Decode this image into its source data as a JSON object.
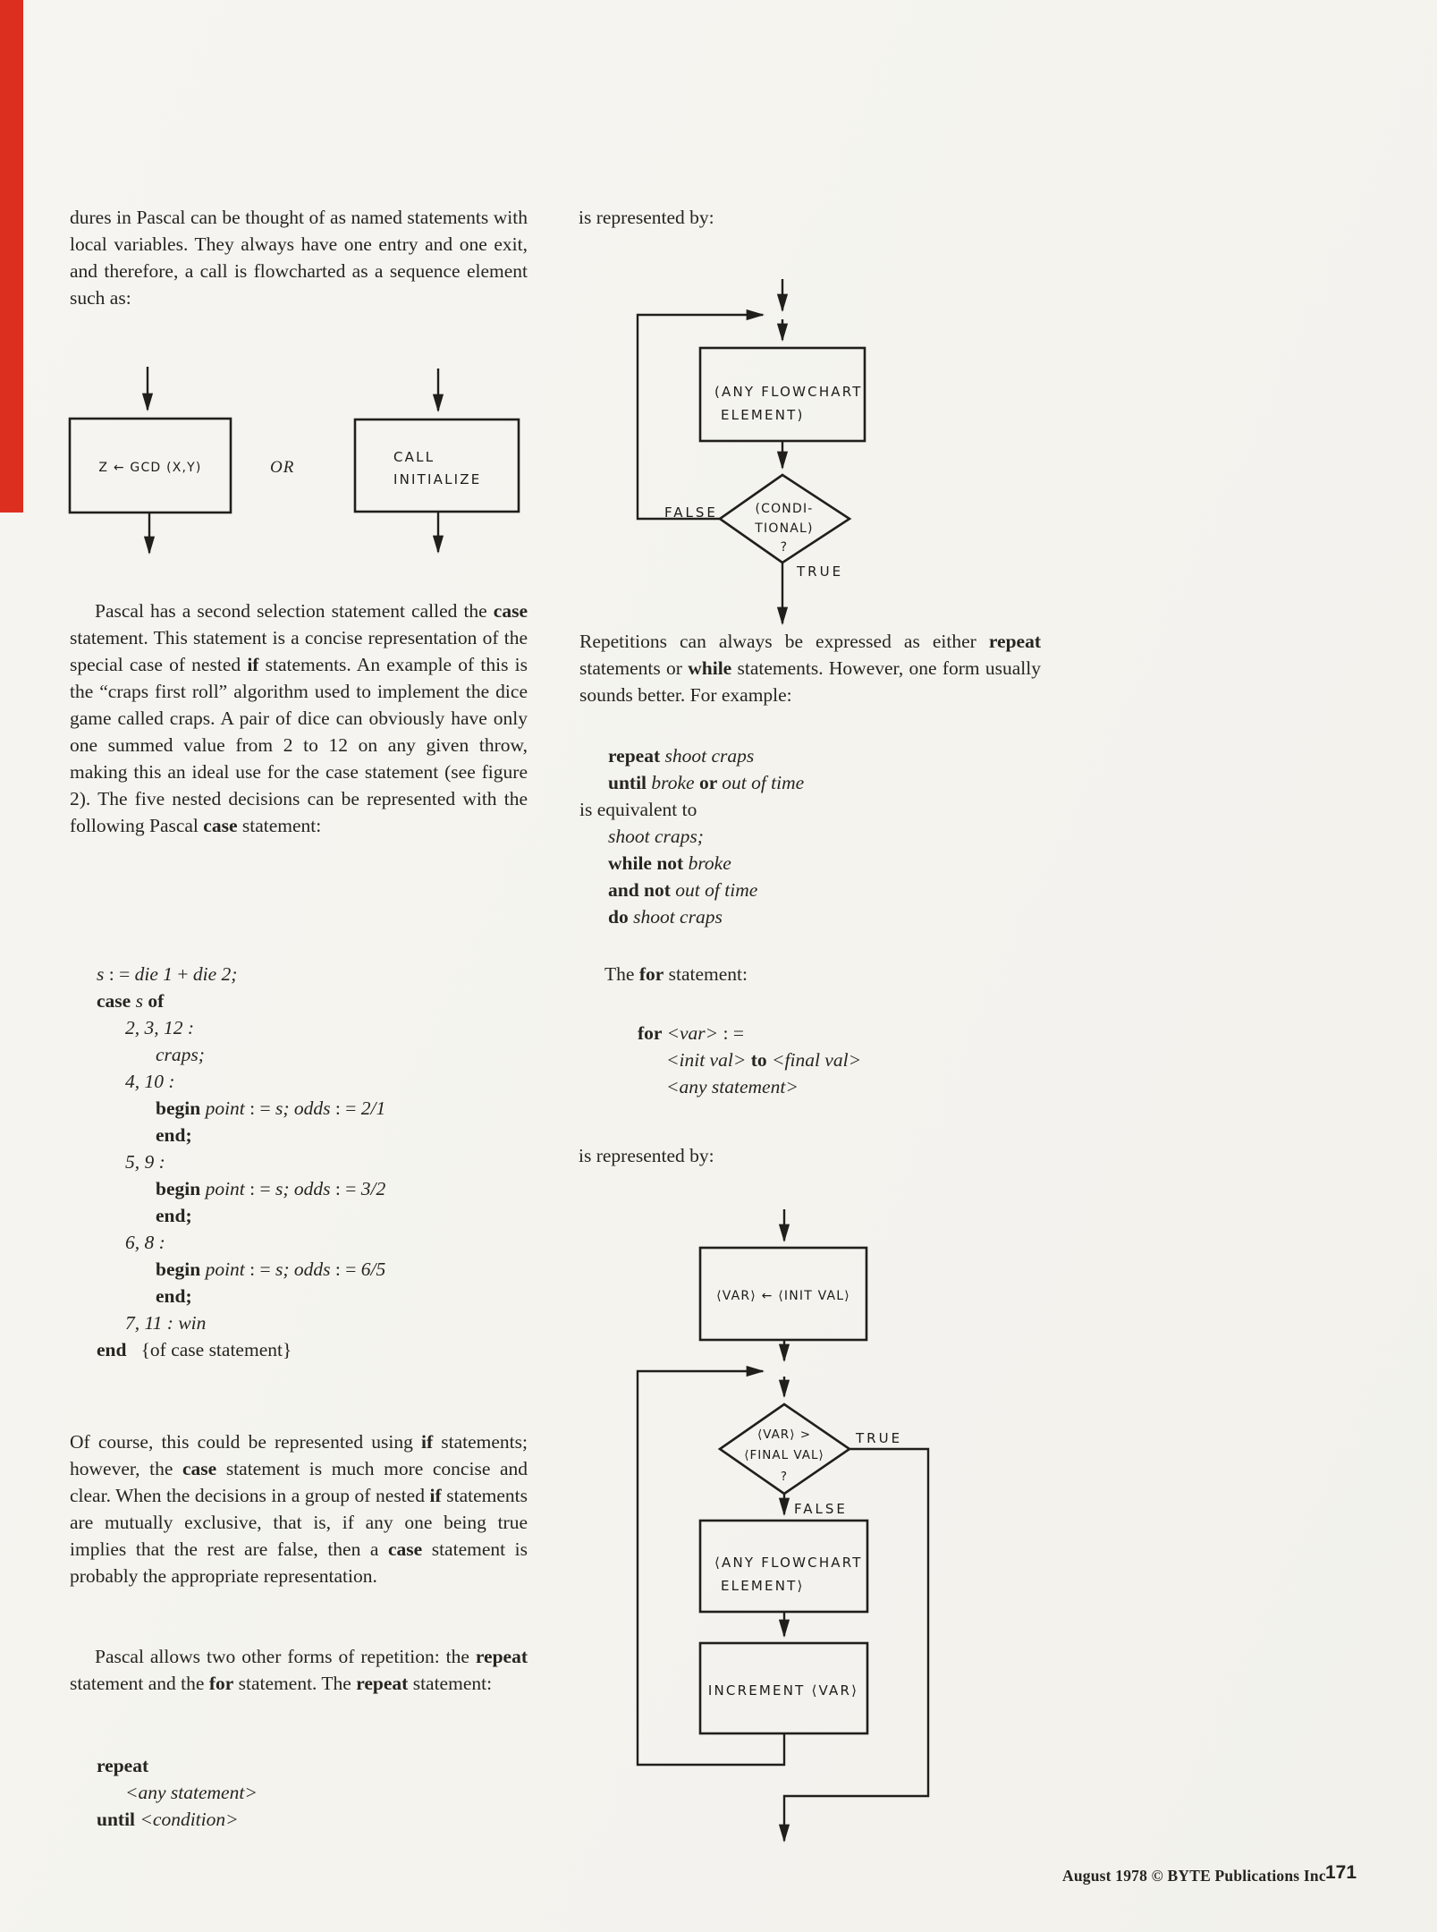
{
  "page": {
    "bg": "#f5f4f0",
    "ink": "#27251f",
    "accent_red": "#dd2f20"
  },
  "left": {
    "para1": [
      {
        "t": "dures in Pascal can be thought of as named statements with local variables. They always have one entry and one exit, and therefore, a call is flowcharted as a sequence element such as:"
      }
    ],
    "seq_chart": {
      "box1_label": "Z ← GCD (X,Y)",
      "or_label": "OR",
      "box2_line1": "CALL",
      "box2_line2": "INITIALIZE"
    },
    "para2": [
      {
        "t": "Pascal has a second selection statement called the "
      },
      {
        "t": "case",
        "b": 1
      },
      {
        "t": " statement. This statement is a concise representation of the special case of nested "
      },
      {
        "t": "if",
        "b": 1
      },
      {
        "t": " statements. An example of this is the “craps first roll” algorithm used to implement the dice game called craps. A pair of dice can obviously have only one summed value from 2 to 12 on any given throw, making this an ideal use for the case statement (see figure 2). The five nested decisions can be represented with the following Pascal "
      },
      {
        "t": "case",
        "b": 1
      },
      {
        "t": " statement:"
      }
    ],
    "case_code": [
      {
        "ind": 0,
        "runs": [
          {
            "t": "s",
            "i": 1
          },
          {
            "t": " : = "
          },
          {
            "t": "die 1",
            "i": 1
          },
          {
            "t": " + "
          },
          {
            "t": "die 2;",
            "i": 1
          }
        ]
      },
      {
        "ind": 0,
        "runs": [
          {
            "t": "case ",
            "b": 1
          },
          {
            "t": "s",
            "i": 1
          },
          {
            "t": " of",
            "b": 1
          }
        ]
      },
      {
        "ind": 1,
        "runs": [
          {
            "t": "2, 3, 12 :",
            "i": 1
          }
        ]
      },
      {
        "ind": 2,
        "runs": [
          {
            "t": "craps;",
            "i": 1
          }
        ]
      },
      {
        "ind": 1,
        "runs": [
          {
            "t": "4, 10 :",
            "i": 1
          }
        ]
      },
      {
        "ind": 2,
        "runs": [
          {
            "t": "begin ",
            "b": 1
          },
          {
            "t": "point",
            "i": 1
          },
          {
            "t": " : = "
          },
          {
            "t": "s;",
            "i": 1
          },
          {
            "t": " "
          },
          {
            "t": "odds",
            "i": 1
          },
          {
            "t": " : = "
          },
          {
            "t": "2/1",
            "i": 1
          }
        ]
      },
      {
        "ind": 2,
        "runs": [
          {
            "t": "end;",
            "b": 1
          }
        ]
      },
      {
        "ind": 1,
        "runs": [
          {
            "t": "5, 9 :",
            "i": 1
          }
        ]
      },
      {
        "ind": 2,
        "runs": [
          {
            "t": "begin ",
            "b": 1
          },
          {
            "t": "point",
            "i": 1
          },
          {
            "t": " : = "
          },
          {
            "t": "s;",
            "i": 1
          },
          {
            "t": " "
          },
          {
            "t": "odds",
            "i": 1
          },
          {
            "t": " : = "
          },
          {
            "t": "3/2",
            "i": 1
          }
        ]
      },
      {
        "ind": 2,
        "runs": [
          {
            "t": "end;",
            "b": 1
          }
        ]
      },
      {
        "ind": 1,
        "runs": [
          {
            "t": "6, 8 :",
            "i": 1
          }
        ]
      },
      {
        "ind": 2,
        "runs": [
          {
            "t": "begin ",
            "b": 1
          },
          {
            "t": "point",
            "i": 1
          },
          {
            "t": " : = "
          },
          {
            "t": "s;",
            "i": 1
          },
          {
            "t": " "
          },
          {
            "t": "odds",
            "i": 1
          },
          {
            "t": " : = "
          },
          {
            "t": "6/5",
            "i": 1
          }
        ]
      },
      {
        "ind": 2,
        "runs": [
          {
            "t": "end;",
            "b": 1
          }
        ]
      },
      {
        "ind": 1,
        "runs": [
          {
            "t": "7, 11 : win",
            "i": 1
          }
        ]
      },
      {
        "ind": 0,
        "runs": [
          {
            "t": "end",
            "b": 1
          },
          {
            "t": "   {of case statement}"
          }
        ]
      }
    ],
    "para3": [
      {
        "t": "Of course, this could be represented using "
      },
      {
        "t": "if",
        "b": 1
      },
      {
        "t": " statements; however, the "
      },
      {
        "t": "case",
        "b": 1
      },
      {
        "t": " statement is much more concise and clear. When the decisions in a group of nested "
      },
      {
        "t": "if",
        "b": 1
      },
      {
        "t": " statements are mutually exclusive, that is, if any one being true implies that the rest are false, then a "
      },
      {
        "t": "case",
        "b": 1
      },
      {
        "t": " statement is probably the appropriate representation."
      }
    ],
    "para4": [
      {
        "t": "Pascal allows two other forms of repetition: the "
      },
      {
        "t": "repeat",
        "b": 1
      },
      {
        "t": " statement and the "
      },
      {
        "t": "for",
        "b": 1
      },
      {
        "t": " statement. The "
      },
      {
        "t": "repeat",
        "b": 1
      },
      {
        "t": " statement:"
      }
    ],
    "repeat_code": [
      {
        "ind": 0,
        "runs": [
          {
            "t": "repeat",
            "b": 1
          }
        ]
      },
      {
        "ind": 1,
        "runs": [
          {
            "t": "<any statement>",
            "i": 1
          }
        ]
      },
      {
        "ind": 0,
        "runs": [
          {
            "t": "until ",
            "b": 1
          },
          {
            "t": "<condition>",
            "i": 1
          }
        ]
      }
    ]
  },
  "right": {
    "represented_by_1": "is represented by:",
    "while_chart": {
      "box1_line1": "(ANY FLOWCHART",
      "box1_line2": "ELEMENT)",
      "diamond_line1": "(CONDI-",
      "diamond_line2": "TIONAL)",
      "diamond_line3": "?",
      "false_label": "FALSE",
      "true_label": "TRUE"
    },
    "para1": [
      {
        "t": "Repetitions can always be expressed as either "
      },
      {
        "t": "repeat",
        "b": 1
      },
      {
        "t": " statements or "
      },
      {
        "t": "while",
        "b": 1
      },
      {
        "t": " statements. However, one form usually sounds better. For example:"
      }
    ],
    "equiv_code": [
      {
        "ind": 1,
        "runs": [
          {
            "t": "repeat ",
            "b": 1
          },
          {
            "t": "shoot craps",
            "i": 1
          }
        ]
      },
      {
        "ind": 1,
        "runs": [
          {
            "t": "until ",
            "b": 1
          },
          {
            "t": "broke",
            "i": 1
          },
          {
            "t": " or ",
            "b": 1
          },
          {
            "t": "out of time",
            "i": 1
          }
        ]
      },
      {
        "ind": 0,
        "runs": [
          {
            "t": "is equivalent to"
          }
        ]
      },
      {
        "ind": 1,
        "runs": [
          {
            "t": "shoot craps;",
            "i": 1
          }
        ]
      },
      {
        "ind": 1,
        "runs": [
          {
            "t": "while not ",
            "b": 1
          },
          {
            "t": "broke",
            "i": 1
          }
        ]
      },
      {
        "ind": 1,
        "runs": [
          {
            "t": "and not ",
            "b": 1
          },
          {
            "t": "out of time",
            "i": 1
          }
        ]
      },
      {
        "ind": 1,
        "runs": [
          {
            "t": "do ",
            "b": 1
          },
          {
            "t": "shoot craps",
            "i": 1
          }
        ]
      }
    ],
    "for_intro": [
      {
        "t": "The "
      },
      {
        "t": "for",
        "b": 1
      },
      {
        "t": " statement:"
      }
    ],
    "for_code": [
      {
        "ind": 0,
        "runs": [
          {
            "t": "for ",
            "b": 1
          },
          {
            "t": "<var>",
            "i": 1
          },
          {
            "t": " : ="
          }
        ]
      },
      {
        "ind": 1,
        "runs": [
          {
            "t": "<init val>",
            "i": 1
          },
          {
            "t": " to ",
            "b": 1
          },
          {
            "t": "<final val>",
            "i": 1
          }
        ]
      },
      {
        "ind": 1,
        "runs": [
          {
            "t": "<any statement>",
            "i": 1
          }
        ]
      }
    ],
    "represented_by_2": "is represented by:",
    "for_chart": {
      "box1_label": "⟨VAR⟩ ← ⟨INIT VAL⟩",
      "diamond_line1": "⟨VAR⟩ >",
      "diamond_line2": "⟨FINAL VAL⟩",
      "diamond_line3": "?",
      "true_label": "TRUE",
      "false_label": "FALSE",
      "box2_line1": "⟨ANY FLOWCHART",
      "box2_line2": "ELEMENT⟩",
      "box3_label": "INCREMENT ⟨VAR⟩"
    }
  },
  "footer": {
    "credit": "August 1978 © BYTE Publications Inc",
    "page_number": "171"
  }
}
